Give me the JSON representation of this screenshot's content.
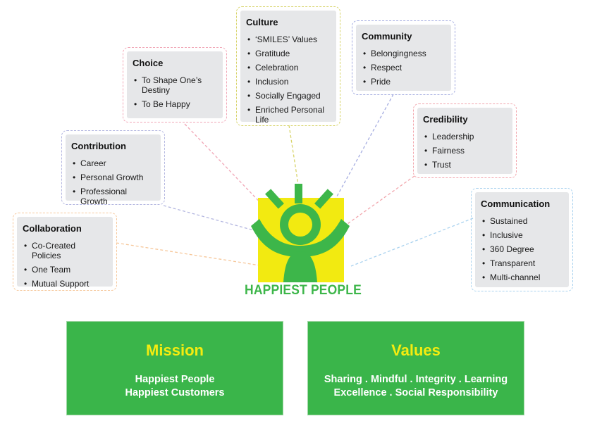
{
  "categories": [
    {
      "id": "collaboration",
      "title": "Collaboration",
      "items": [
        "Co-Created Policies",
        "One Team",
        "Mutual Support"
      ],
      "border": "#f6c79a"
    },
    {
      "id": "contribution",
      "title": "Contribution",
      "items": [
        "Career",
        "Personal Growth",
        "Professional Growth"
      ],
      "border": "#b3b6e0"
    },
    {
      "id": "choice",
      "title": "Choice",
      "items": [
        "To Shape One’s Destiny",
        "To Be Happy"
      ],
      "border": "#f1a6b6"
    },
    {
      "id": "culture",
      "title": "Culture",
      "items": [
        "‘SMILES’ Values",
        "Gratitude",
        "Celebration",
        "Inclusion",
        "Socially Engaged",
        "Enriched Personal Life"
      ],
      "border": "#d8d46a"
    },
    {
      "id": "community",
      "title": "Community",
      "items": [
        "Belongingness",
        "Respect",
        "Pride"
      ],
      "border": "#a3abe0"
    },
    {
      "id": "credibility",
      "title": "Credibility",
      "items": [
        "Leadership",
        "Fairness",
        "Trust"
      ],
      "border": "#f2a6ad"
    },
    {
      "id": "communication",
      "title": "Communication",
      "items": [
        "Sustained",
        "Inclusive",
        "360 Degree",
        "Transparent",
        "Multi-channel"
      ],
      "border": "#a9d2ef"
    }
  ],
  "logo": {
    "text": "HAPPIEST PEOPLE",
    "green": "#3db64a",
    "yellow": "#f2ea11"
  },
  "mission": {
    "title": "Mission",
    "lines": [
      "Happiest People",
      "Happiest Customers"
    ]
  },
  "values": {
    "title": "Values",
    "lines": [
      "Sharing . Mindful . Integrity . Learning",
      "Excellence . Social Responsibility"
    ]
  }
}
